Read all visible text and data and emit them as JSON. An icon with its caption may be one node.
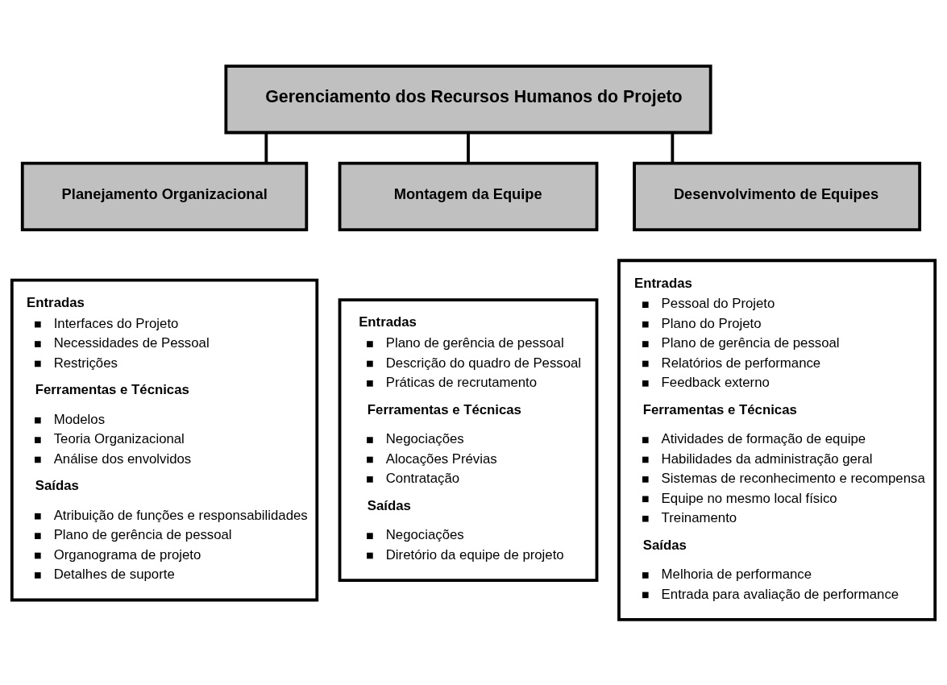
{
  "diagram": {
    "nodes": [
      {
        "text": [
          "Gerenciamento dos Recursos Humanos do Projeto"
        ]
      },
      {
        "text": [
          "Planejamento Organizacional"
        ]
      },
      {
        "text": [
          "Entradas",
          "Interfaces do Projeto",
          "Necessidades de Pessoal",
          "Restrições",
          "Ferramentas e Técnicas",
          "Modelos",
          "Teoria Organizacional",
          "Análise dos envolvidos",
          "Saídas",
          "Atribuição de funções e responsabilidades",
          "Plano de gerência de pessoal",
          "Organograma de projeto",
          "Detalhes de suporte"
        ]
      },
      {
        "text": [
          "Montagem da Equipe"
        ]
      },
      {
        "text": [
          "Entradas",
          "Plano de gerência de pessoal",
          "Descrição do quadro de Pessoal",
          "Práticas de recrutamento",
          "Ferramentas e Técnicas",
          "Negociações",
          "Alocações Prévias",
          "Contratação",
          "Saídas",
          "Negociações",
          "Diretório da equipe de projeto"
        ]
      },
      {
        "text": [
          "Desenvolvimento de Equipes"
        ]
      },
      {
        "text": [
          "Entradas",
          "Pessoal do Projeto",
          "Plano do Projeto",
          "Plano de gerência de pessoal",
          "Relatórios de performance",
          "Feedback externo",
          "Ferramentas e Técnicas",
          "Atividades de formação de equipe",
          "Habilidades da administração geral",
          "Sistemas de reconhecimento e recompensa",
          "Equipe no mesmo local físico",
          "Treinamento",
          "Saídas",
          "Melhoria de performance",
          "Entrada para avaliação de performance"
        ]
      }
    ],
    "edges": [
      {
        "from": 0,
        "to": 1,
        "arrow": "none"
      },
      {
        "from": 0,
        "to": 3,
        "arrow": "none"
      },
      {
        "from": 0,
        "to": 5,
        "arrow": "none"
      }
    ]
  }
}
